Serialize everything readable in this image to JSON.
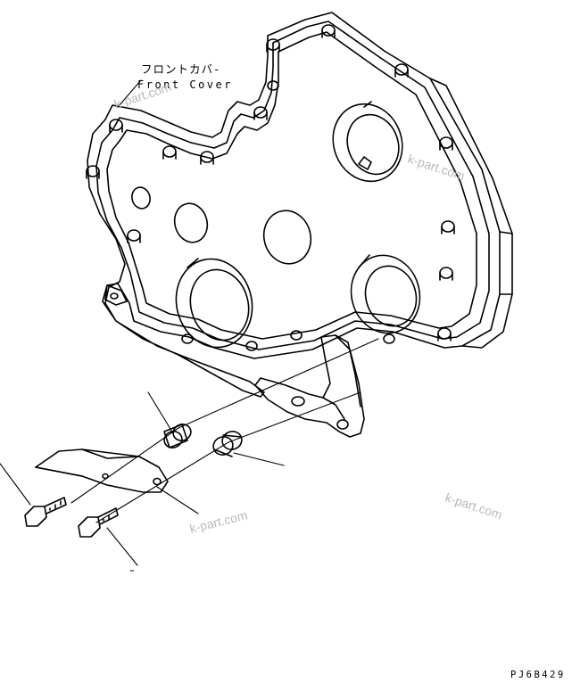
{
  "labels": {
    "part_name_jp": "フロントカバ-",
    "part_name_en": "Front Cover",
    "drawing_code": "PJ6B429"
  },
  "watermarks": [
    "k-part.com",
    "k-part.com",
    "k-part.com",
    "k-part.com"
  ],
  "colors": {
    "line": "#000000",
    "watermark": "#b9b9b9",
    "background": "#ffffff"
  }
}
